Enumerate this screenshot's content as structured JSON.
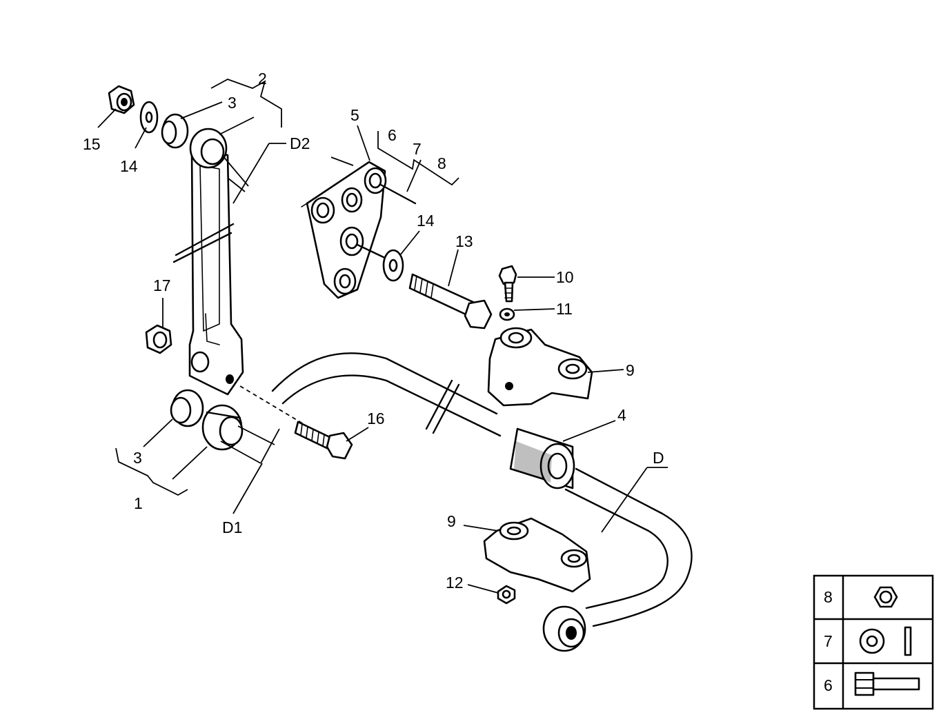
{
  "callouts": {
    "c1": "1",
    "c2": "2",
    "c3a": "3",
    "c3b": "3",
    "c4": "4",
    "c5": "5",
    "c6": "6",
    "c7": "7",
    "c8": "8",
    "c9a": "9",
    "c9b": "9",
    "c10": "10",
    "c11": "11",
    "c12": "12",
    "c13": "13",
    "c14a": "14",
    "c14b": "14",
    "c15": "15",
    "c16": "16",
    "c17": "17",
    "d": "D",
    "d1": "D1",
    "d2": "D2"
  },
  "legend": [
    {
      "number": "8",
      "icon": "hex-nut-icon"
    },
    {
      "number": "7",
      "icon": "washer-icon"
    },
    {
      "number": "6",
      "icon": "bolt-icon"
    }
  ]
}
